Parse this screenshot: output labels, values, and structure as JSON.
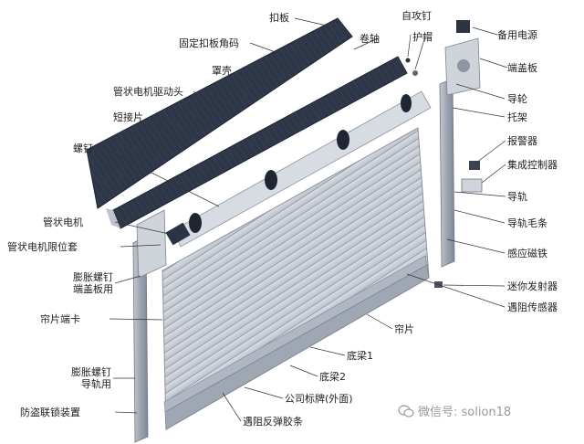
{
  "labels": {
    "kouban": "扣板",
    "zigongding": "自攻钉",
    "beiyong_dianyuan": "备用电源",
    "guding_kouban_jiaoma": "固定扣板角码",
    "juanzhou": "卷轴",
    "humao": "护帽",
    "duangaiban": "端盖板",
    "zhaoke": "罩壳",
    "guanzhuang_qudongtou": "管状电机驱动头",
    "daolun": "导轮",
    "duanjiepian": "短接片",
    "tuojia": "托架",
    "baojingqi": "报警器",
    "luoding": "螺钉",
    "jicheng_kongzhiqi": "集成控制器",
    "daogui": "导轨",
    "guanzhuang_dianji": "管状电机",
    "daogui_maotiao": "导轨毛条",
    "guanzhuang_xianweitao": "管状电机限位套",
    "ganying_citie": "感应磁铁",
    "pengzhang_duangai_1": "膨胀螺钉",
    "pengzhang_duangai_2": "端盖板用",
    "mini_fasheqi": "迷你发射器",
    "yuzu_chuanganqi": "遇阻传感器",
    "lianpian_duanka": "帘片端卡",
    "lianpian": "帘片",
    "diliang1": "底梁1",
    "pengzhang_daogui_1": "膨胀螺钉",
    "pengzhang_daogui_2": "导轨用",
    "diliang2": "底梁2",
    "gongsi_biaopai": "公司标牌(外面)",
    "fangdao_liansuo": "防盗联锁装置",
    "yuzu_fantan_jiaotiao": "遇阻反弹胶条"
  },
  "watermark": "微信号: solion18",
  "colors": {
    "panel_dark": "#2f3a4c",
    "curtain": "#c9ced6",
    "rail": "#a9b1bd",
    "leader": "#333333"
  }
}
